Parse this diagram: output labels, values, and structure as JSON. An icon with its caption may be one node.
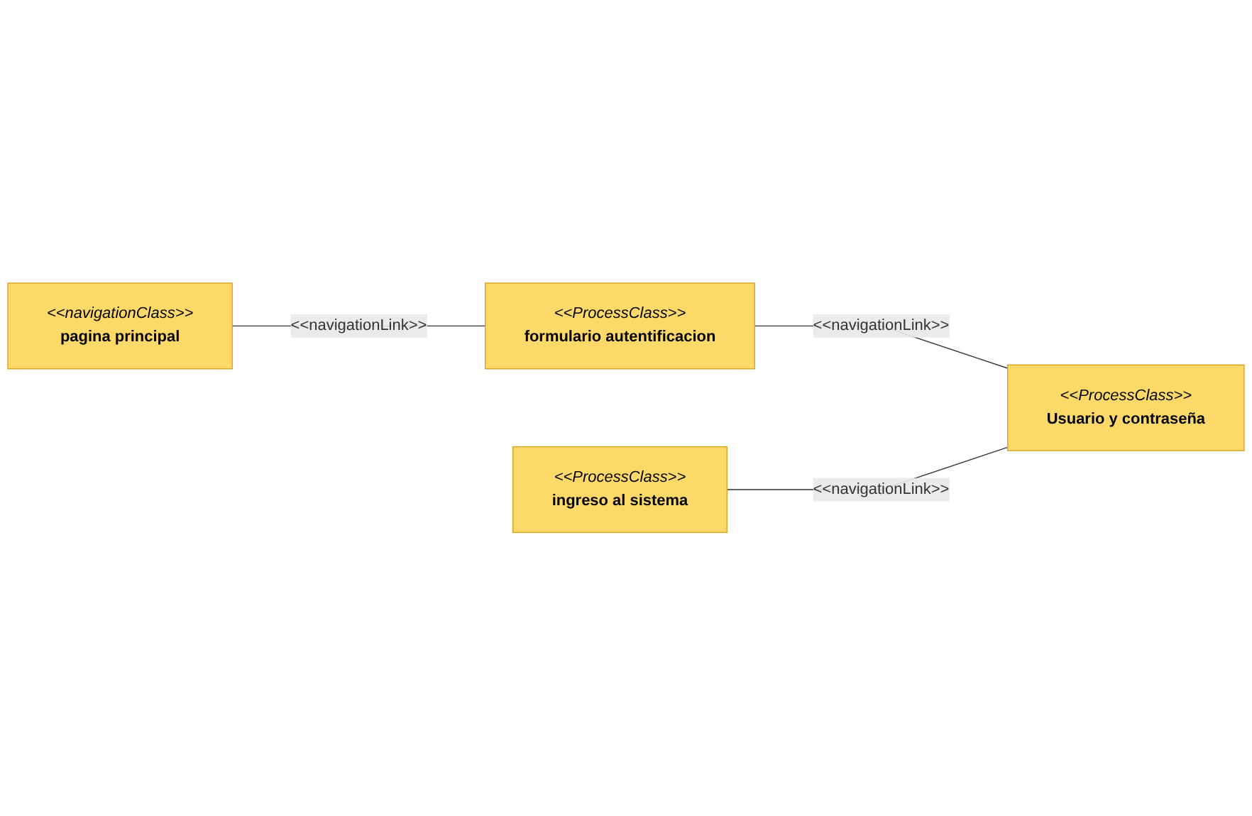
{
  "diagram": {
    "nodes": [
      {
        "text": [
          "<<navigationClass>>",
          "pagina principal"
        ]
      },
      {
        "text": [
          "<<ProcessClass>>",
          "formulario autentificacion"
        ]
      },
      {
        "text": [
          "<<ProcessClass>>",
          "ingreso al sistema"
        ]
      },
      {
        "text": [
          "<<ProcessClass>>",
          "Usuario y contraseña"
        ]
      }
    ],
    "edges": [
      {
        "from": 0,
        "to": 1,
        "arrow": "none",
        "label": "<<navigationLink>>"
      },
      {
        "from": 1,
        "to": 3,
        "arrow": "none",
        "label": "<<navigationLink>>"
      },
      {
        "from": 2,
        "to": 3,
        "arrow": "none",
        "label": "<<navigationLink>>"
      }
    ]
  }
}
